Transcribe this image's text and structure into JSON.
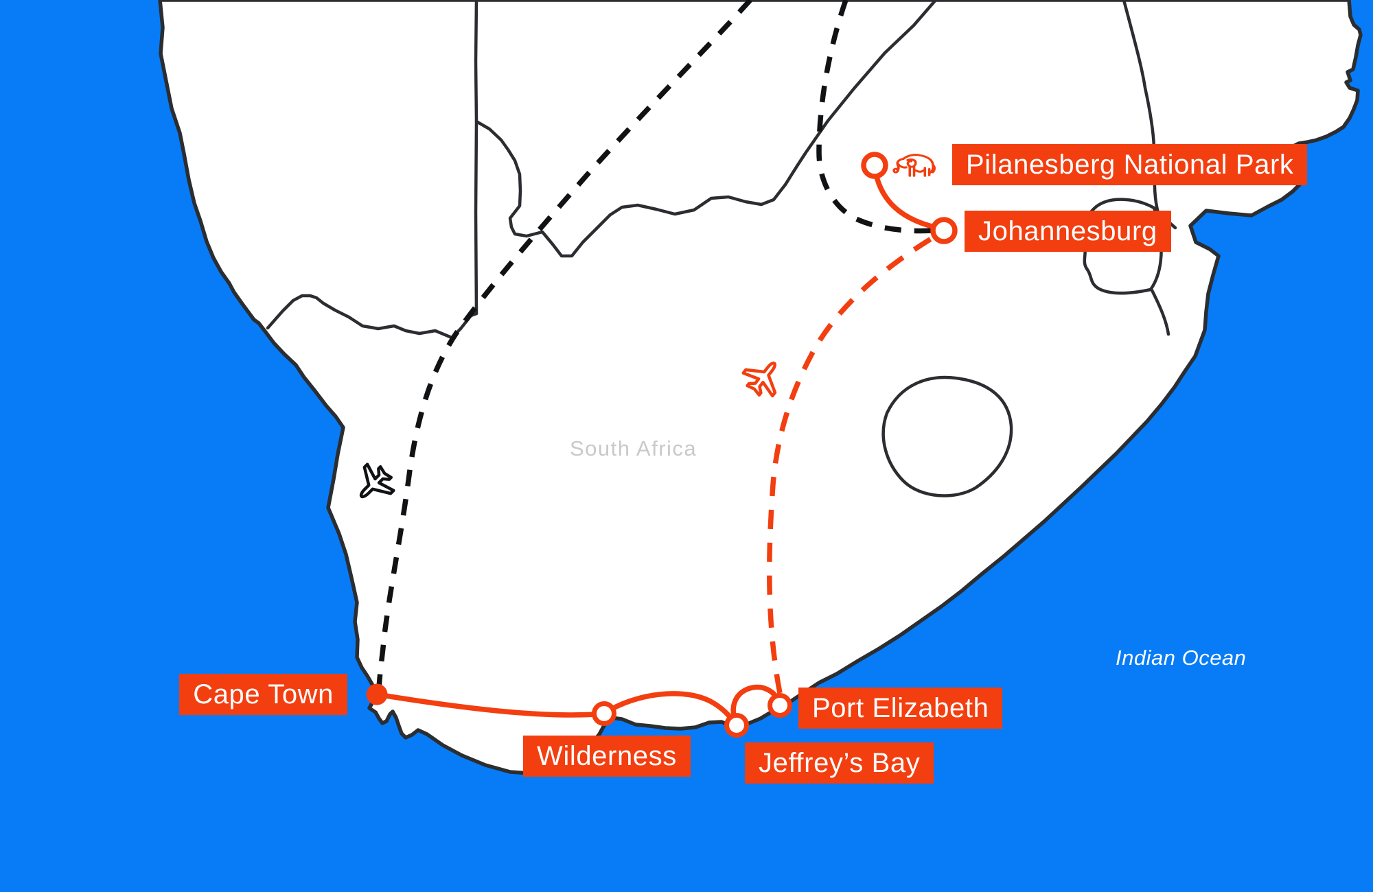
{
  "map": {
    "country_label": "South Africa",
    "ocean_label": "Indian Ocean"
  },
  "stops": [
    {
      "id": "cape-town",
      "label": "Cape Town",
      "marker": "filled-dot"
    },
    {
      "id": "wilderness",
      "label": "Wilderness",
      "marker": "ring"
    },
    {
      "id": "jeffreys-bay",
      "label": "Jeffrey’s Bay",
      "marker": "ring"
    },
    {
      "id": "port-elizabeth",
      "label": "Port Elizabeth",
      "marker": "ring"
    },
    {
      "id": "johannesburg",
      "label": "Johannesburg",
      "marker": "ring"
    },
    {
      "id": "pilanesberg-national-park",
      "label": "Pilanesberg National Park",
      "marker": "ring",
      "icon": "elephant-icon"
    }
  ],
  "routes": [
    {
      "name": "inbound-flight-to-cape-town",
      "style": "dashed-black",
      "icon": "plane-icon"
    },
    {
      "name": "inbound-flight-to-johannesburg",
      "style": "dashed-black"
    },
    {
      "name": "coastal-drive-cape-town-wilderness-jeffreys-bay-port-elizabeth",
      "style": "solid-orange"
    },
    {
      "name": "flight-port-elizabeth-johannesburg",
      "style": "dashed-orange",
      "icon": "plane-icon"
    },
    {
      "name": "drive-johannesburg-pilanesberg",
      "style": "solid-orange"
    }
  ],
  "colors": {
    "ocean": "#087CF6",
    "land": "#FFFFFF",
    "map_outline": "#2B2D30",
    "accent_orange": "#F33E10",
    "country_label_gray": "#C7C9CB",
    "label_text": "#FFFFFF"
  }
}
